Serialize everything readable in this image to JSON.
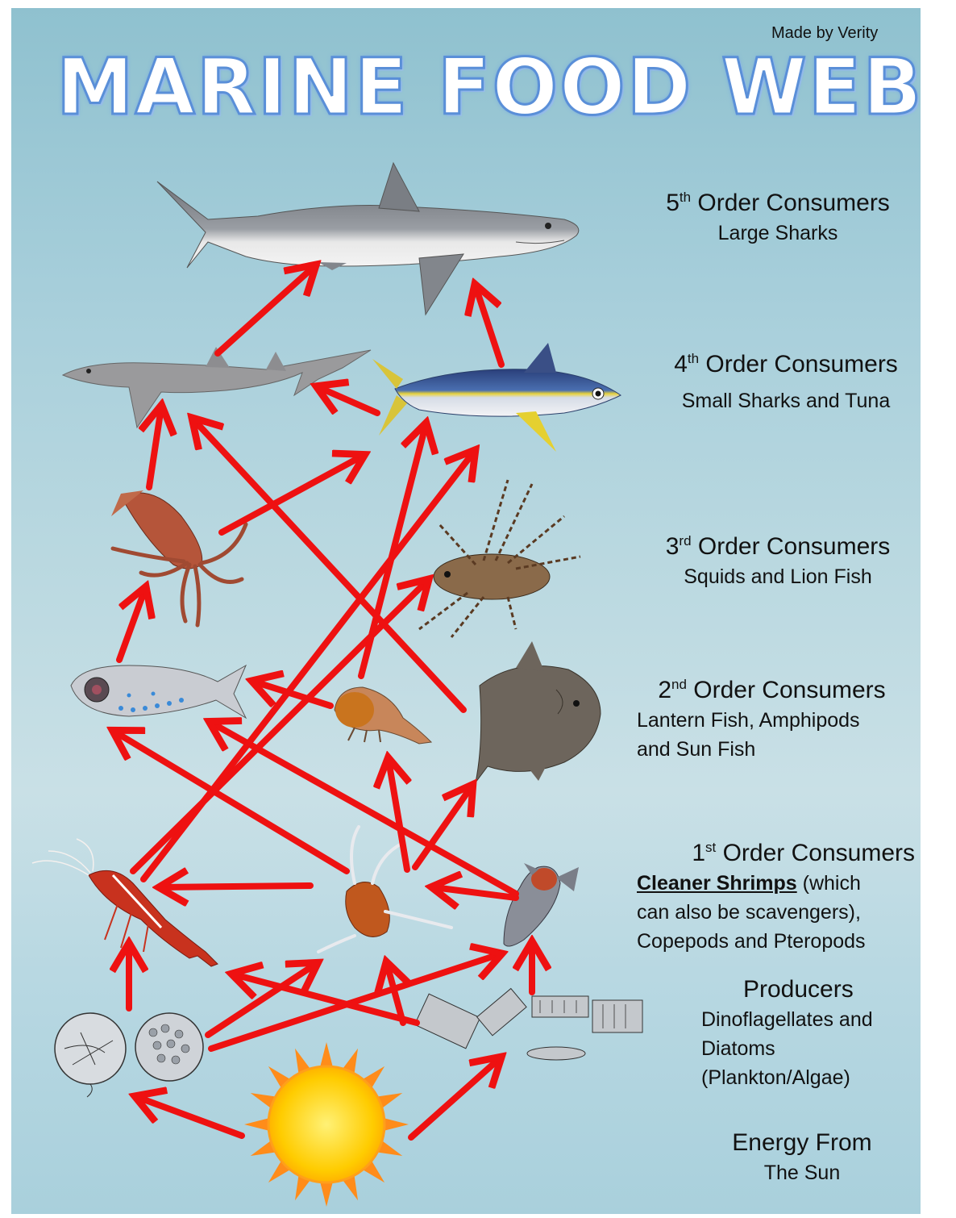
{
  "credit": "Made by Verity",
  "title": "MARINE FOOD WEB",
  "levels": [
    {
      "ordinal": "5",
      "suffix": "th",
      "heading": "Order Consumers",
      "lines": [
        "Large Sharks"
      ]
    },
    {
      "ordinal": "4",
      "suffix": "th",
      "heading": "Order Consumers",
      "lines": [
        "Small Sharks and Tuna"
      ]
    },
    {
      "ordinal": "3",
      "suffix": "rd",
      "heading": "Order Consumers",
      "lines": [
        "Squids and Lion Fish"
      ]
    },
    {
      "ordinal": "2",
      "suffix": "nd",
      "heading": "Order Consumers",
      "lines": [
        "Lantern Fish, Amphipods",
        "and Sun Fish"
      ]
    },
    {
      "ordinal": "1",
      "suffix": "st",
      "heading": "Order Consumers",
      "emphasis": "Cleaner Shrimps",
      "lines": [
        " (which",
        "can also be scavengers),",
        "Copepods and Pteropods"
      ]
    },
    {
      "heading": "Producers",
      "lines": [
        "Dinoflagellates and",
        "Diatoms",
        "(Plankton/Algae)"
      ]
    },
    {
      "heading": "Energy From",
      "lines": [
        "The Sun"
      ]
    }
  ],
  "organisms": [
    {
      "id": "large-shark",
      "name": "Large Sharks",
      "icon": "great-white-shark"
    },
    {
      "id": "small-shark",
      "name": "Small Sharks",
      "icon": "dogfish-shark"
    },
    {
      "id": "tuna",
      "name": "Tuna",
      "icon": "yellowfin-tuna"
    },
    {
      "id": "squid",
      "name": "Squids",
      "icon": "squid"
    },
    {
      "id": "lionfish",
      "name": "Lion Fish",
      "icon": "lionfish"
    },
    {
      "id": "lanternfish",
      "name": "Lantern Fish",
      "icon": "lanternfish"
    },
    {
      "id": "amphipod",
      "name": "Amphipods",
      "icon": "amphipod"
    },
    {
      "id": "sunfish",
      "name": "Sun Fish",
      "icon": "ocean-sunfish"
    },
    {
      "id": "shrimp",
      "name": "Cleaner Shrimps",
      "icon": "cleaner-shrimp"
    },
    {
      "id": "copepod",
      "name": "Copepods",
      "icon": "copepod"
    },
    {
      "id": "pteropod",
      "name": "Pteropods",
      "icon": "pteropod"
    },
    {
      "id": "dinoflagellates",
      "name": "Dinoflagellates",
      "icon": "dinoflagellate"
    },
    {
      "id": "diatoms",
      "name": "Diatoms",
      "icon": "diatom-chain"
    },
    {
      "id": "sun",
      "name": "The Sun",
      "icon": "sun"
    }
  ],
  "feeds": [
    [
      "sun",
      "dinoflagellates"
    ],
    [
      "sun",
      "diatoms"
    ],
    [
      "dinoflagellates",
      "shrimp"
    ],
    [
      "dinoflagellates",
      "copepod"
    ],
    [
      "dinoflagellates",
      "pteropod"
    ],
    [
      "diatoms",
      "shrimp"
    ],
    [
      "diatoms",
      "copepod"
    ],
    [
      "diatoms",
      "pteropod"
    ],
    [
      "copepod",
      "shrimp"
    ],
    [
      "pteropod",
      "copepod"
    ],
    [
      "copepod",
      "lanternfish"
    ],
    [
      "copepod",
      "amphipod"
    ],
    [
      "copepod",
      "sunfish"
    ],
    [
      "pteropod",
      "lanternfish"
    ],
    [
      "shrimp",
      "tuna"
    ],
    [
      "shrimp",
      "lionfish"
    ],
    [
      "amphipod",
      "lanternfish"
    ],
    [
      "amphipod",
      "tuna"
    ],
    [
      "lanternfish",
      "squid"
    ],
    [
      "squid",
      "small-shark"
    ],
    [
      "squid",
      "tuna"
    ],
    [
      "sunfish",
      "small-shark"
    ],
    [
      "tuna",
      "small-shark"
    ],
    [
      "small-shark",
      "large-shark"
    ],
    [
      "tuna",
      "large-shark"
    ]
  ],
  "colors": {
    "arrow": "#ee1111",
    "title_fill": "#ffffff",
    "title_outline": "#5a8fd8",
    "sun_core": "#ffcc00",
    "sun_rays": "#ff8c1a"
  }
}
